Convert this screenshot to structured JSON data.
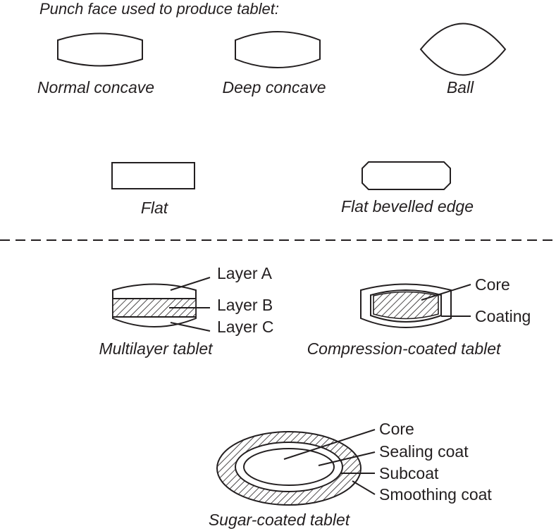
{
  "header": {
    "title": "Punch face used to produce tablet:"
  },
  "punch_faces": [
    {
      "label": "Normal concave",
      "icon": "normal-concave-shape"
    },
    {
      "label": "Deep concave",
      "icon": "deep-concave-shape"
    },
    {
      "label": "Ball",
      "icon": "ball-shape"
    },
    {
      "label": "Flat",
      "icon": "flat-shape"
    },
    {
      "label": "Flat bevelled edge",
      "icon": "flat-bevelled-edge-shape"
    }
  ],
  "multilayer": {
    "caption": "Multilayer tablet",
    "layers": [
      "Layer A",
      "Layer B",
      "Layer C"
    ]
  },
  "compression": {
    "caption": "Compression-coated tablet",
    "parts": [
      "Core",
      "Coating"
    ]
  },
  "sugar": {
    "caption": "Sugar-coated tablet",
    "parts": [
      "Core",
      "Sealing coat",
      "Subcoat",
      "Smoothing coat"
    ]
  },
  "colors": {
    "ink": "#231f20",
    "background": "#ffffff"
  }
}
